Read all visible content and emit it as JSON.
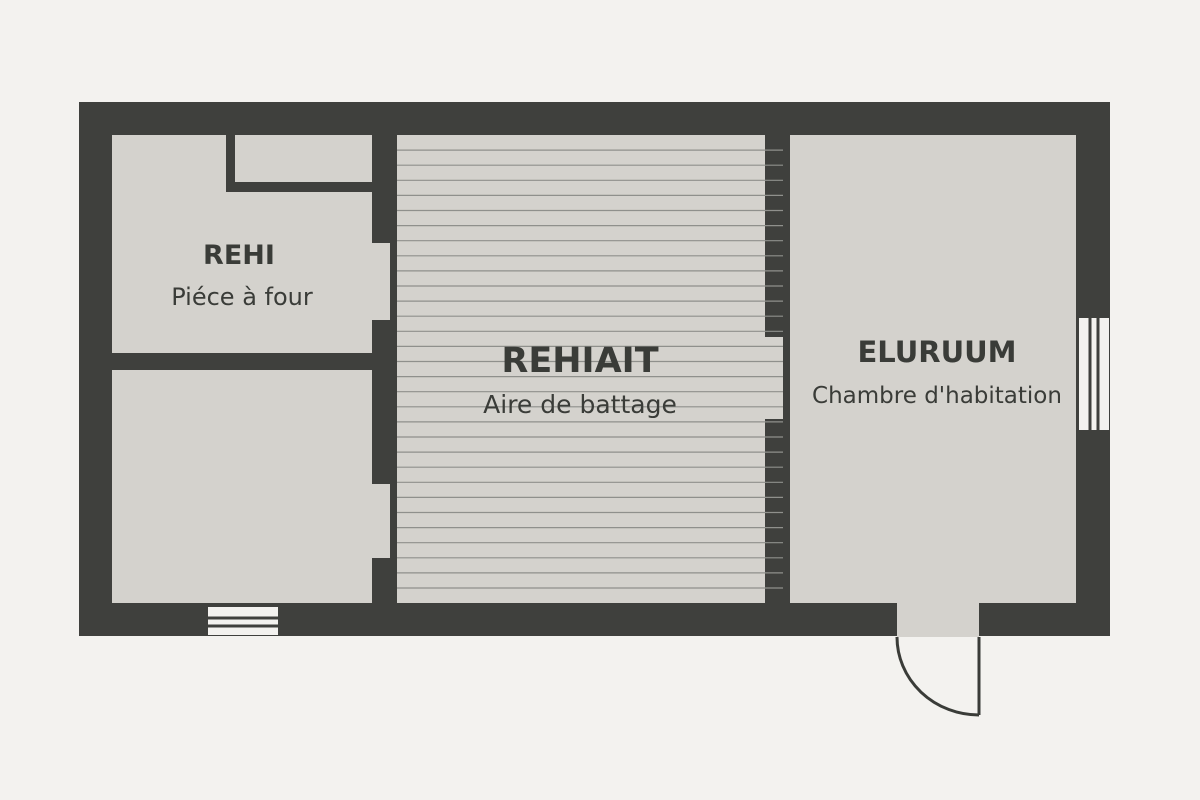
{
  "rooms": {
    "oven_room": {
      "name": "REHI",
      "subtitle": "Piéce à four"
    },
    "threshing_floor": {
      "name": "REHIAIT",
      "subtitle": "Aire de battage"
    },
    "living_room": {
      "name": "ELURUUM",
      "subtitle": "Chambre d'habitation"
    }
  },
  "colors": {
    "wall": "#3f403d",
    "floor": "#d4d2cd",
    "background": "#f3f2ef",
    "text": "#3a3c38"
  }
}
